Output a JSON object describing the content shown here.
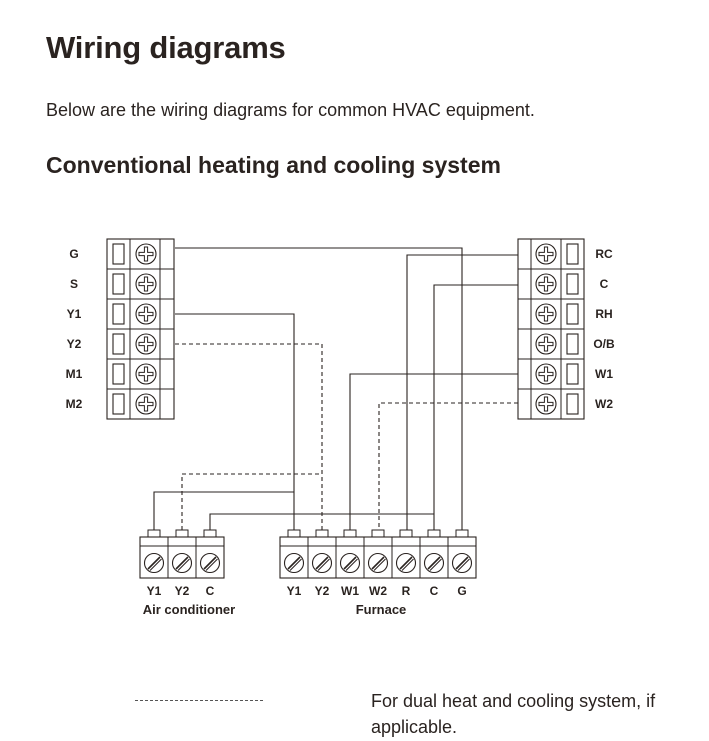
{
  "header": {
    "title": "Wiring diagrams",
    "intro": "Below are the wiring diagrams for common HVAC equipment.",
    "section_title": "Conventional heating and cooling system"
  },
  "diagram": {
    "thermostat_left_terminals": [
      "G",
      "S",
      "Y1",
      "Y2",
      "M1",
      "M2"
    ],
    "thermostat_right_terminals": [
      "RC",
      "C",
      "RH",
      "O/B",
      "W1",
      "W2"
    ],
    "air_conditioner": {
      "name": "Air conditioner",
      "terminals": [
        "Y1",
        "Y2",
        "C"
      ]
    },
    "furnace": {
      "name": "Furnace",
      "terminals": [
        "Y1",
        "Y2",
        "W1",
        "W2",
        "R",
        "C",
        "G"
      ]
    }
  },
  "legend": {
    "dashed_line_text": "For dual heat and cooling system, if applicable."
  }
}
